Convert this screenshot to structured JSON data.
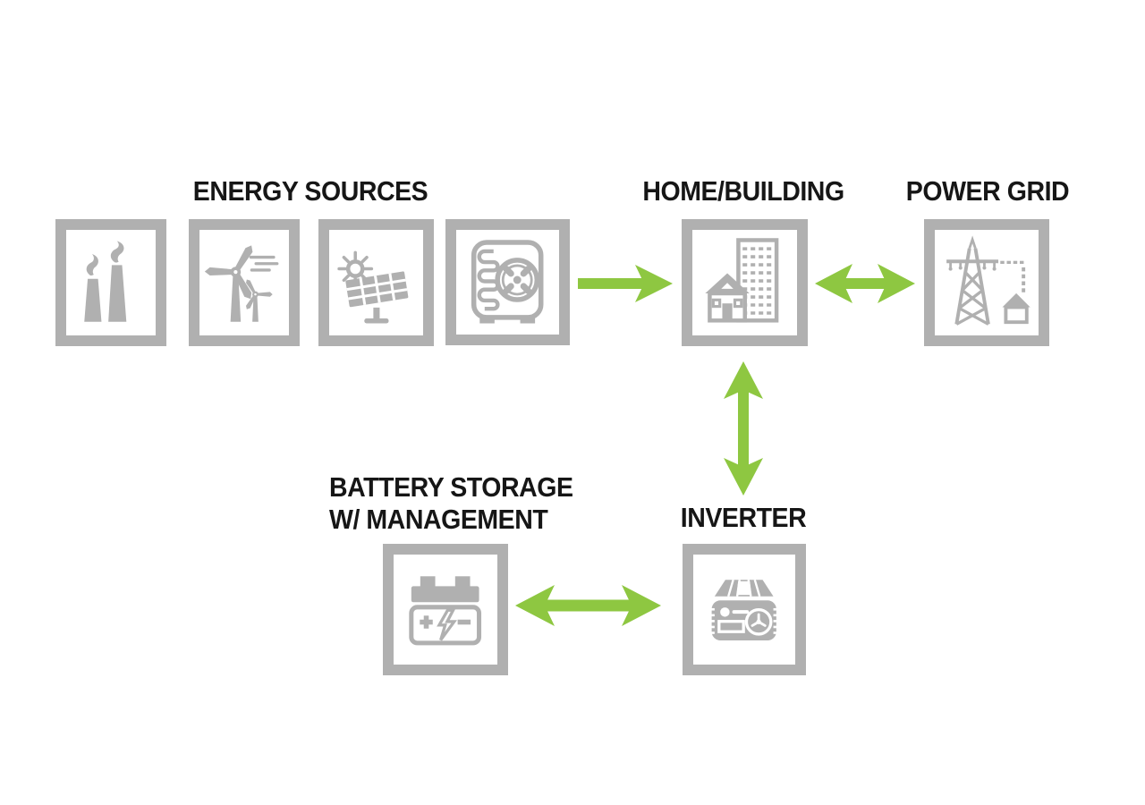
{
  "diagram": {
    "background": "#FFFFFF",
    "labels": {
      "energy_sources": "ENERGY SOURCES",
      "home_building": "HOME/BUILDING",
      "power_grid": "POWER GRID",
      "battery_storage_line1": "BATTERY STORAGE",
      "battery_storage_line2": "W/ MANAGEMENT",
      "inverter": "INVERTER"
    },
    "nodes": [
      {
        "id": "energy-sources",
        "label": "ENERGY SOURCES",
        "icons": [
          "smokestacks-icon",
          "wind-turbine-icon",
          "solar-panel-icon",
          "heat-pump-icon"
        ]
      },
      {
        "id": "home-building",
        "label": "HOME/BUILDING",
        "icons": [
          "building-with-house-icon"
        ]
      },
      {
        "id": "power-grid",
        "label": "POWER GRID",
        "icons": [
          "transmission-tower-icon"
        ]
      },
      {
        "id": "battery-storage",
        "label": "BATTERY STORAGE W/ MANAGEMENT",
        "icons": [
          "battery-icon"
        ]
      },
      {
        "id": "inverter",
        "label": "INVERTER",
        "icons": [
          "inverter-icon"
        ]
      }
    ],
    "connections": [
      {
        "from": "energy-sources",
        "to": "home-building",
        "type": "single-arrow",
        "direction": "right"
      },
      {
        "from": "home-building",
        "to": "power-grid",
        "type": "double-arrow",
        "direction": "horizontal"
      },
      {
        "from": "home-building",
        "to": "inverter",
        "type": "double-arrow",
        "direction": "vertical"
      },
      {
        "from": "battery-storage",
        "to": "inverter",
        "type": "double-arrow",
        "direction": "horizontal"
      }
    ],
    "colors": {
      "arrow_green": "#8EC741",
      "box_border_gray": "#B0B0B0",
      "icon_gray": "#B0B0B0",
      "label_black": "#161616",
      "background": "#FFFFFF"
    }
  }
}
